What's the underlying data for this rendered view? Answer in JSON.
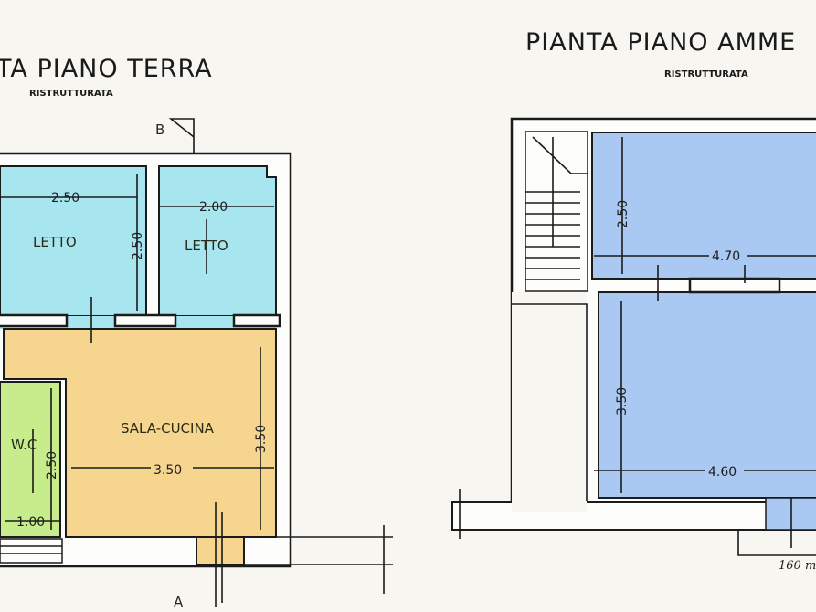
{
  "left_plan": {
    "title": "TA PIANO TERRA",
    "subtitle": "RISTRUTTURATA",
    "section_marks": [
      "B",
      "A"
    ],
    "rooms": [
      {
        "name": "LETTO",
        "dims": [
          "2.50",
          "2.50"
        ]
      },
      {
        "name": "LETTO",
        "dims": [
          "2.00"
        ]
      },
      {
        "name": "SALA-CUCINA",
        "dims": [
          "3.50",
          "3.50"
        ]
      },
      {
        "name": "W.C",
        "dims": [
          "2.50",
          "1.00"
        ]
      }
    ]
  },
  "right_plan": {
    "title": "PIANTA PIANO AMME",
    "subtitle": "RISTRUTTURATA",
    "dims": [
      "2.50",
      "4.70",
      "3.50",
      "4.60"
    ],
    "handwritten_note": "160 m"
  },
  "colors": {
    "bedroom": "#a8e6ef",
    "living_kitchen": "#f6d68e",
    "wc": "#c6ec8c",
    "upper_floor": "#a9c8f2"
  }
}
